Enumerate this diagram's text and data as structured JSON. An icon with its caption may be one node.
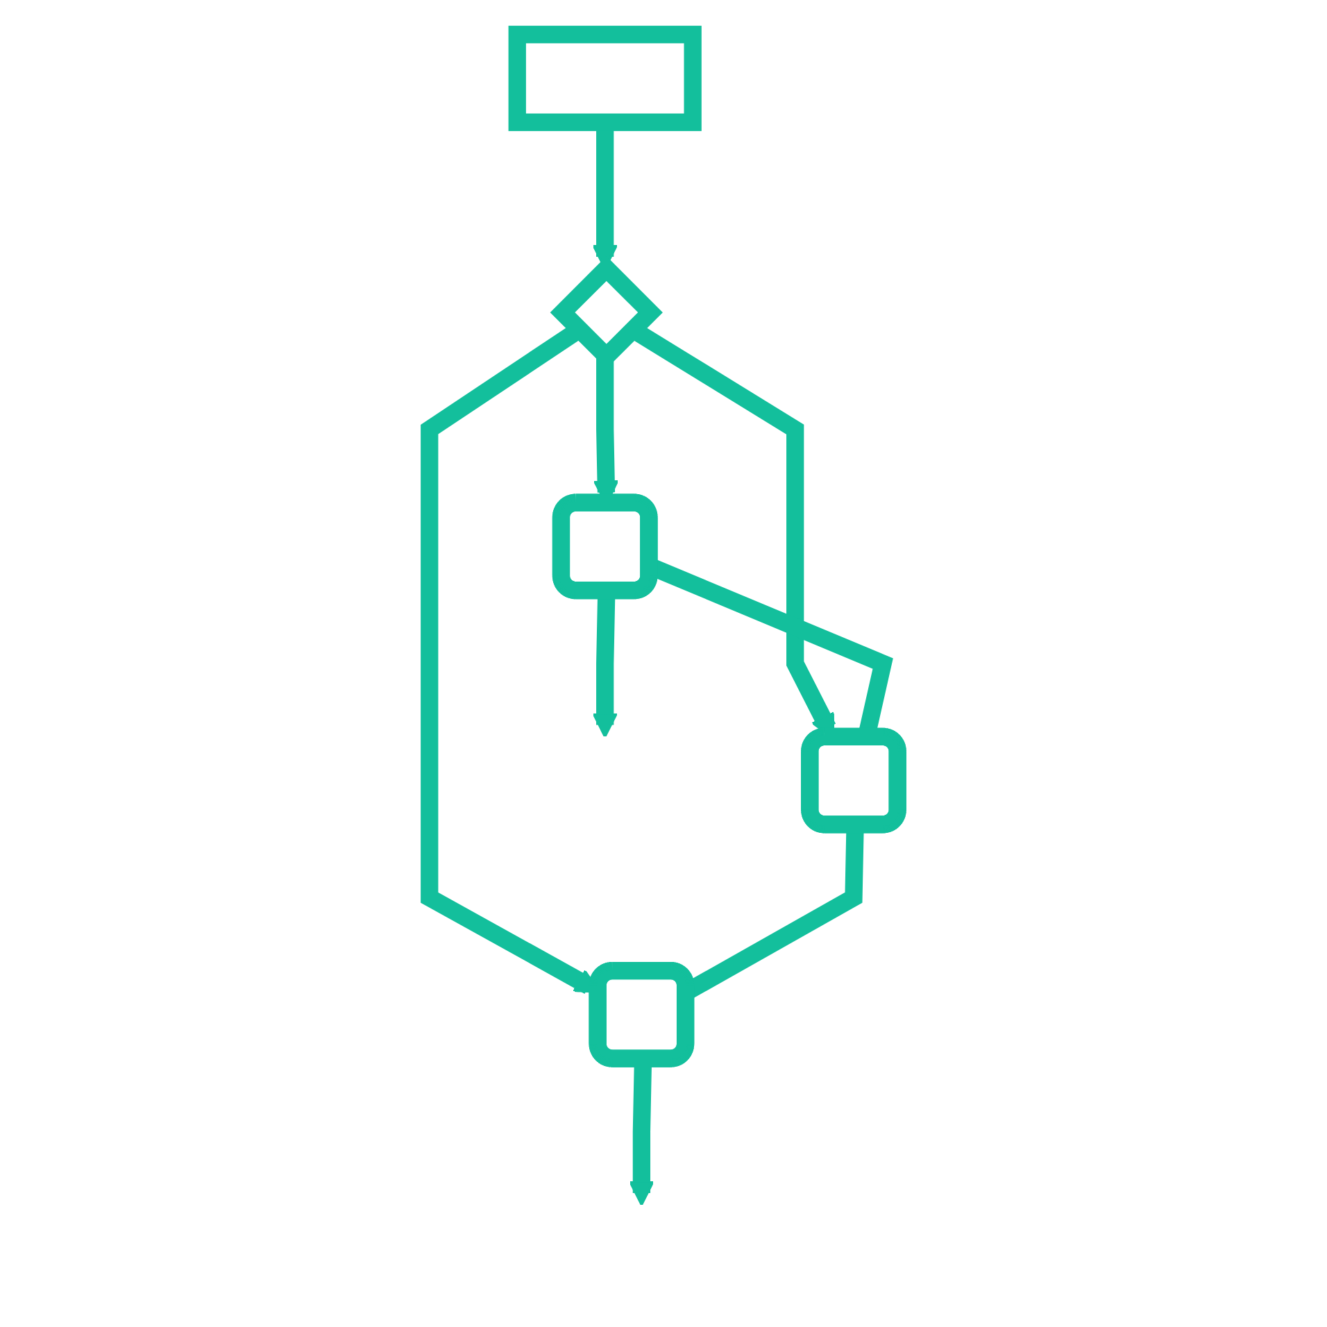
{
  "diagram": {
    "nodes": [
      {
        "text": [],
        "shape": "box"
      },
      {
        "text": [],
        "shape": "diamond"
      },
      {
        "text": [],
        "shape": "box"
      },
      {
        "text": [],
        "shape": "box"
      },
      {
        "text": [],
        "shape": "box"
      }
    ],
    "edges": [
      {
        "from": 0,
        "to": 1,
        "arrow": "to"
      },
      {
        "from": 1,
        "to": 2,
        "arrow": "to"
      },
      {
        "from": 1,
        "to": 3,
        "arrow": "to"
      },
      {
        "from": 1,
        "to": 4,
        "arrow": "to"
      },
      {
        "from": 2,
        "to": 3,
        "arrow": "none"
      },
      {
        "from": 3,
        "to": 4,
        "arrow": "none"
      },
      {
        "from": 2,
        "to": null,
        "arrow": "to"
      },
      {
        "from": 4,
        "to": null,
        "arrow": "to"
      }
    ]
  }
}
